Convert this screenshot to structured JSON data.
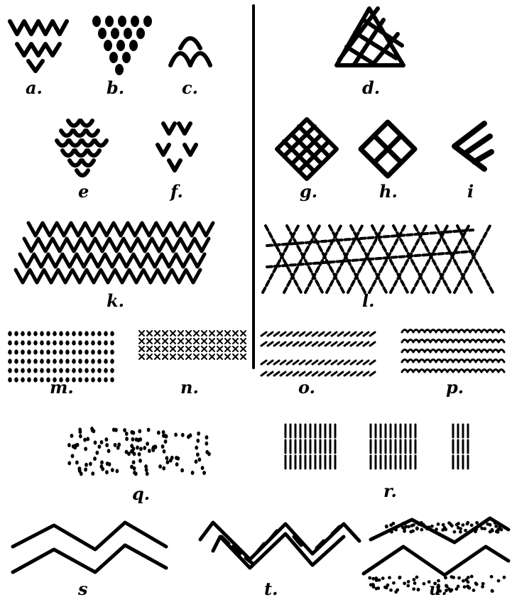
{
  "labels": {
    "a": "a.",
    "b": "b.",
    "c": "c.",
    "d": "d.",
    "e": "e",
    "f": "f.",
    "g": "g.",
    "h": "h.",
    "i": "i",
    "k": "k.",
    "l": "l.",
    "m": "m.",
    "n": "n.",
    "o": "o.",
    "p": "p.",
    "q": "q.",
    "r": "r.",
    "s": "s",
    "t": "t.",
    "u": "u."
  },
  "ink_color": "#000000"
}
